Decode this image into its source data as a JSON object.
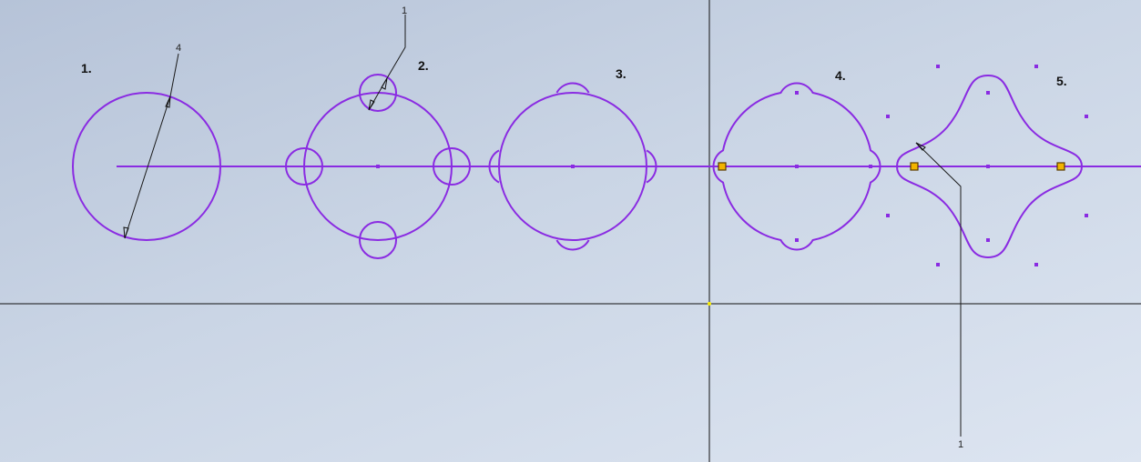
{
  "sketch": {
    "steps": [
      {
        "label": "1."
      },
      {
        "label": "2."
      },
      {
        "label": "3."
      },
      {
        "label": "4."
      },
      {
        "label": "5."
      }
    ],
    "dimensions": {
      "diameter_main": "4",
      "diameter_small": "1",
      "distance_spline": "1"
    }
  },
  "colors": {
    "sketch_geometry": "#8a2be2",
    "construction_axis": "#111111",
    "grip_point": "#f2b400",
    "background": "#c8d3e4"
  }
}
